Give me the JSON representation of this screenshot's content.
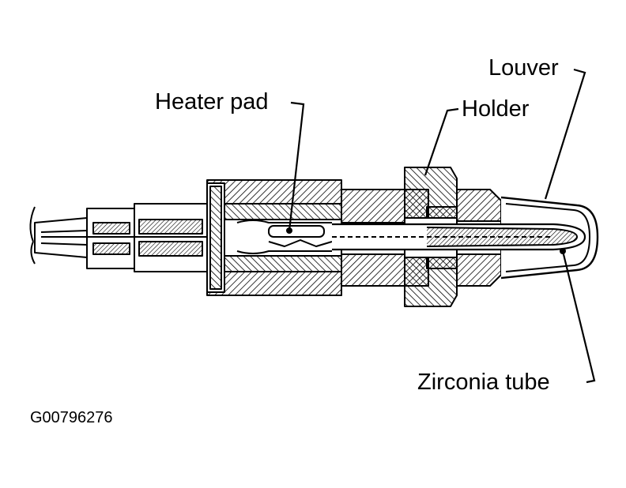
{
  "labels": {
    "louver": "Louver",
    "heater_pad": "Heater pad",
    "holder": "Holder",
    "zirconia_tube": "Zirconia tube"
  },
  "figure_id": "G00796276"
}
